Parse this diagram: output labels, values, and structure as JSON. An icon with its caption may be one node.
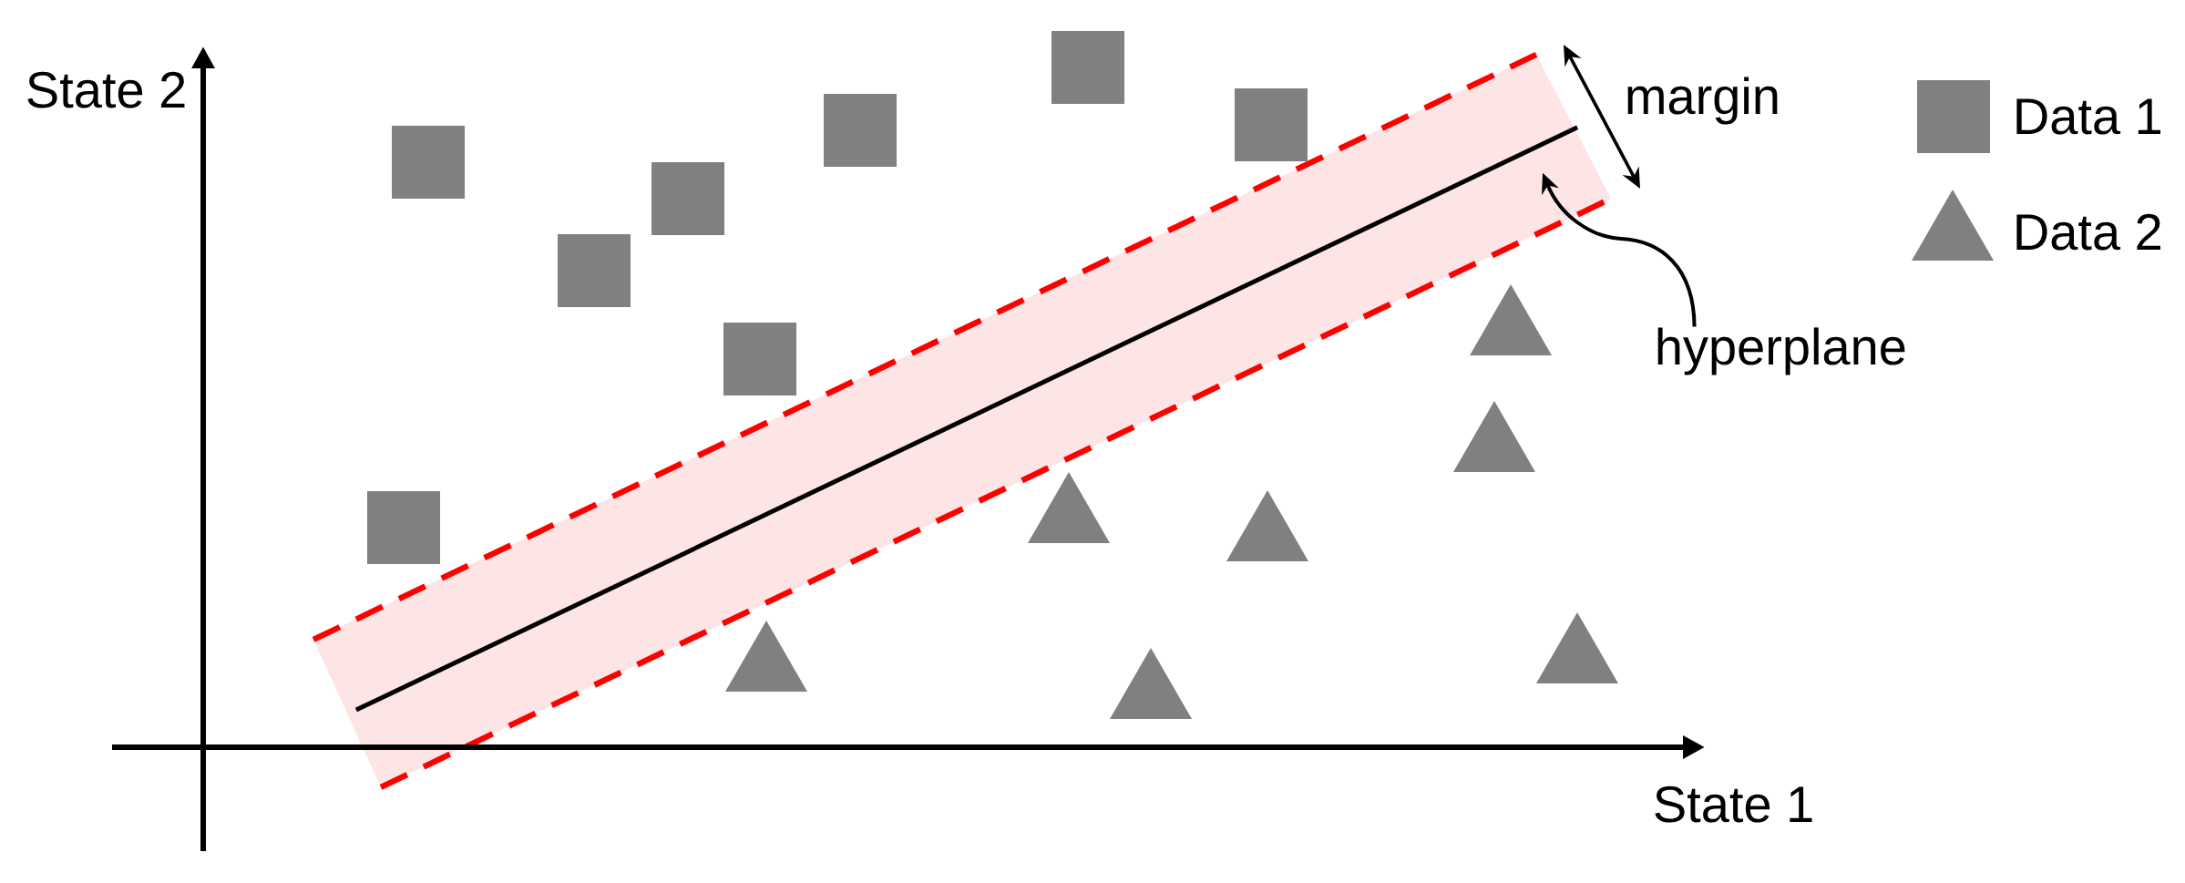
{
  "diagram": {
    "nodes": [
      {
        "text": [
          "hyperplane"
        ]
      },
      {
        "text": [],
        "shape": "line"
      }
    ],
    "edges": [
      {
        "from": 0,
        "to": 1,
        "arrow": "to"
      }
    ],
    "labels": [
      "State 2",
      "margin",
      "State 1"
    ],
    "legend": [
      {
        "text": "Data 1"
      },
      {
        "text": "Data 2"
      }
    ]
  }
}
